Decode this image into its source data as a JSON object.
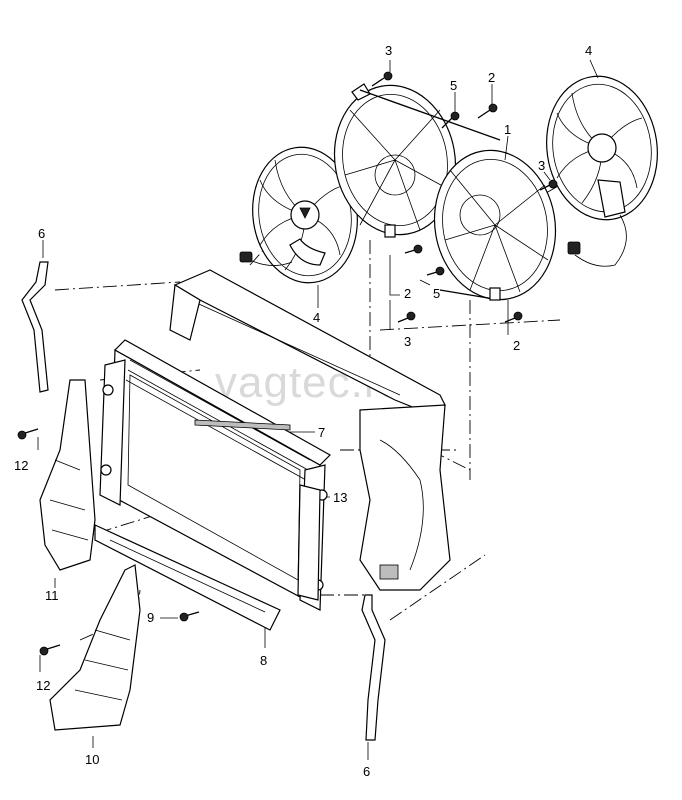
{
  "watermark": "vagtec.ru",
  "callouts": {
    "c1": "1",
    "c2a": "2",
    "c2b": "2",
    "c2c": "2",
    "c3a": "3",
    "c3b": "3",
    "c3c": "3",
    "c4a": "4",
    "c4b": "4",
    "c5a": "5",
    "c5b": "5",
    "c6a": "6",
    "c6b": "6",
    "c7": "7",
    "c8": "8",
    "c9": "9",
    "c10": "10",
    "c11": "11",
    "c12a": "12",
    "c12b": "12",
    "c13": "13"
  }
}
